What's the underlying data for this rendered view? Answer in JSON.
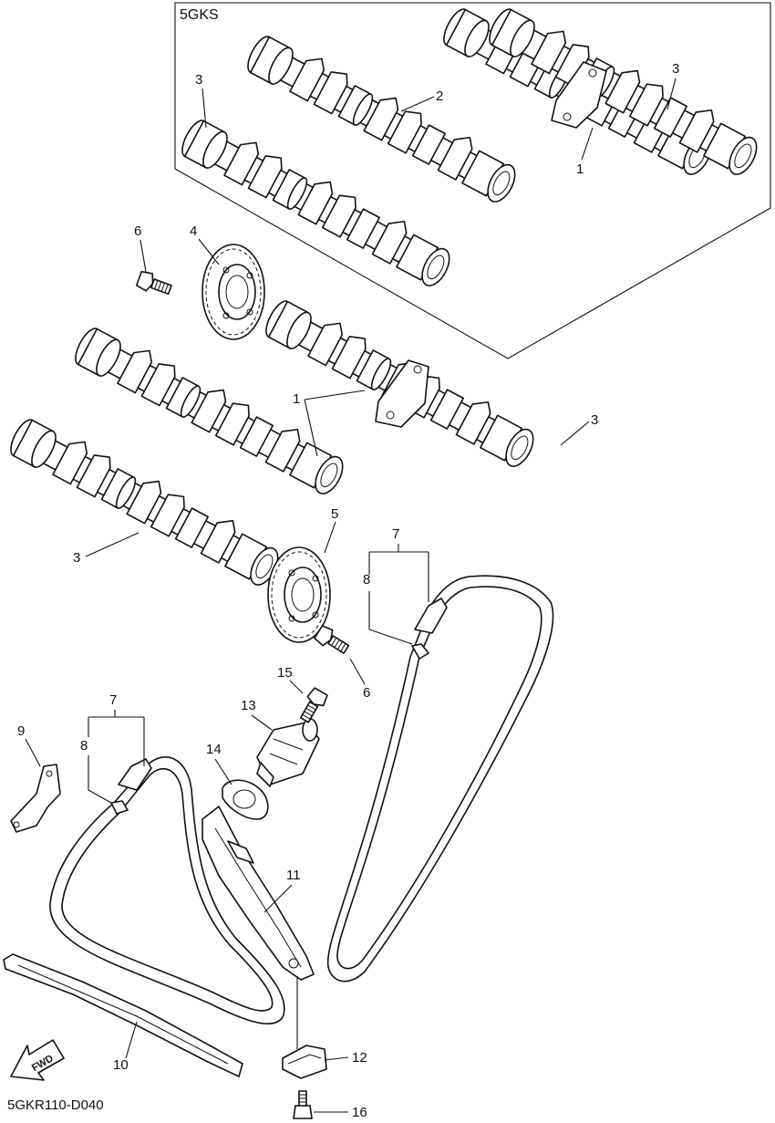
{
  "inset": {
    "label": "5GKS"
  },
  "drawing_code": "5GKR110-D040",
  "fwd_label": "FWD",
  "callouts": [
    {
      "id": "inset-1",
      "text": "1"
    },
    {
      "id": "inset-2",
      "text": "2"
    },
    {
      "id": "inset-3a",
      "text": "3"
    },
    {
      "id": "inset-3b",
      "text": "3"
    },
    {
      "id": "main-1",
      "text": "1"
    },
    {
      "id": "main-3a",
      "text": "3"
    },
    {
      "id": "main-3b",
      "text": "3"
    },
    {
      "id": "main-4",
      "text": "4"
    },
    {
      "id": "main-5",
      "text": "5"
    },
    {
      "id": "main-6a",
      "text": "6"
    },
    {
      "id": "main-6b",
      "text": "6"
    },
    {
      "id": "main-7a",
      "text": "7"
    },
    {
      "id": "main-8a",
      "text": "8"
    },
    {
      "id": "main-7b",
      "text": "7"
    },
    {
      "id": "main-8b",
      "text": "8"
    },
    {
      "id": "main-9",
      "text": "9"
    },
    {
      "id": "main-10",
      "text": "10"
    },
    {
      "id": "main-11",
      "text": "11"
    },
    {
      "id": "main-12",
      "text": "12"
    },
    {
      "id": "main-13",
      "text": "13"
    },
    {
      "id": "main-14",
      "text": "14"
    },
    {
      "id": "main-15",
      "text": "15"
    },
    {
      "id": "main-16",
      "text": "16"
    }
  ]
}
